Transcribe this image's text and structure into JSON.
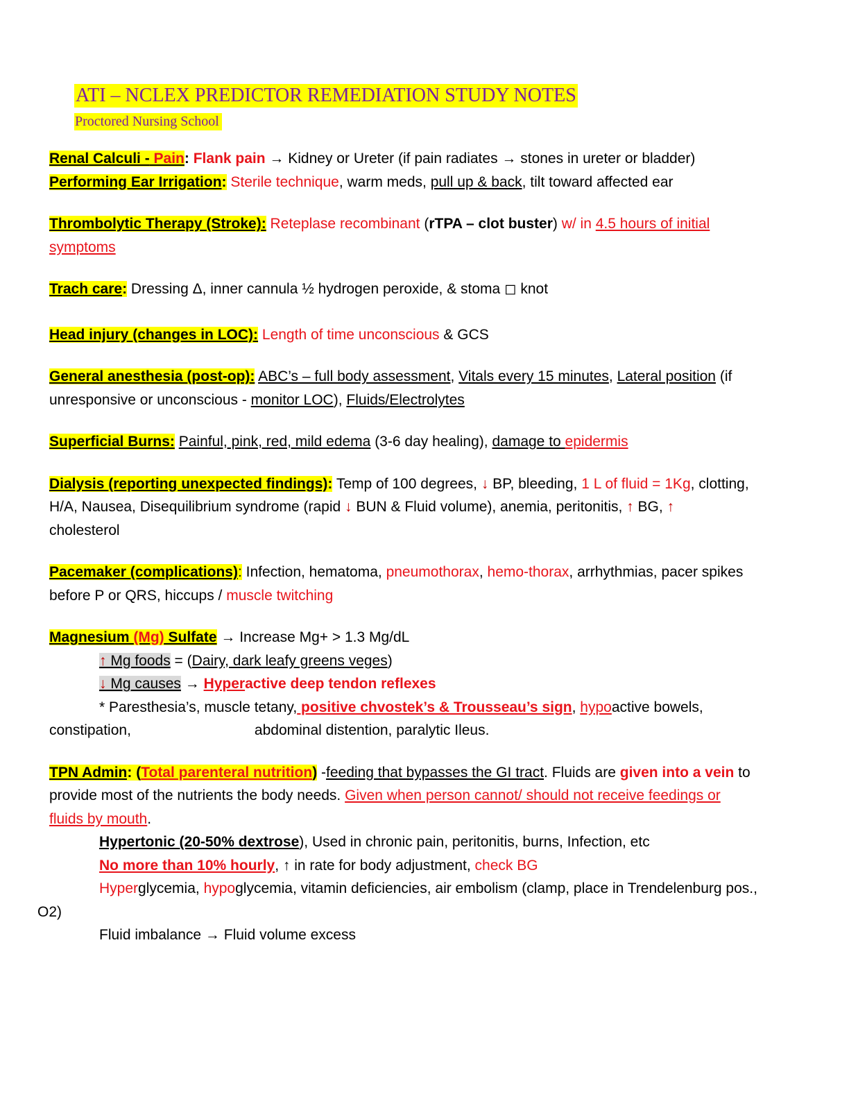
{
  "header": {
    "title": "ATI – NCLEX PREDICTOR REMEDIATION STUDY NOTES",
    "subtitle": "Proctored Nursing School"
  },
  "colors": {
    "highlight": "#ffff00",
    "red": "#e8141b",
    "dark_red": "#c00000",
    "title_text": "#7a1fa0",
    "gray_highlight": "#d9d9d9"
  },
  "renal": {
    "h1": "Renal Calculi -",
    "h2": " Pain",
    "h3": ":",
    "t1": " ",
    "t2": "Flank pain",
    "t3": " → Kidney or Ureter (if pain radiates → stones in ureter or bladder)"
  },
  "ear": {
    "h": "Performing Ear Irrigation",
    "colon": ":",
    "t1": " ",
    "t2": "Sterile technique",
    "t3": ", warm meds, ",
    "t4": "pull up & back",
    "t5": ", tilt toward affected ear"
  },
  "thrombo": {
    "h": "Thrombolytic Therapy (Stroke):",
    "t1": " ",
    "t2": "Reteplase recombinant",
    "t3": " (",
    "t4": "rTPA – clot buster",
    "t5": ") ",
    "t6": "w/ in ",
    "t7": "4.5 hours of initial",
    "t8": "symptoms"
  },
  "trach": {
    "h": "Trach care",
    "colon": ":",
    "t1": " Dressing Δ, inner cannula ½ hydrogen peroxide, & stoma ◻ knot"
  },
  "head": {
    "h": "Head injury (changes in LOC):",
    "t1": " ",
    "t2": "Length of time unconscious",
    "t3": " & GCS"
  },
  "anesthesia": {
    "h": "General anesthesia (post-op):",
    "t1": " ",
    "t2": "ABC’s – full body assessment",
    "t3": ", ",
    "t4": "Vitals every 15 minutes",
    "t5": ", ",
    "t6": "Lateral position",
    "t7": " (if",
    "t8": "unresponsive or unconscious - ",
    "t9": "monitor LOC",
    "t10": "), ",
    "t11": "Fluids/Electrolytes"
  },
  "burns": {
    "h": "Superficial Burns:",
    "t1": " ",
    "t2": "Painful, pink, red, mild edema",
    "t3": " (3-6 day healing), ",
    "t4": "damage to ",
    "t5": "epidermis"
  },
  "dialysis": {
    "h": "Dialysis (reporting unexpected findings)",
    "colon": ":",
    "t1": " Temp of 100 degrees, ",
    "a1": "↓",
    "t2": " BP, bleeding, ",
    "t3": "1 L of fluid = 1Kg",
    "t4": ", clotting,",
    "t5": "H/A, Nausea, Disequilibrium syndrome (rapid ",
    "a2": "↓",
    "t6": " BUN & Fluid volume), anemia, peritonitis, ",
    "a3": "↑",
    "t7": " BG, ",
    "a4": "↑",
    "t8": "cholesterol"
  },
  "pacemaker": {
    "h": "Pacemaker (complications)",
    "colon": ":",
    "t1": " Infection, hematoma, ",
    "t2": "pneumothorax",
    "t3": ", ",
    "t4": "hemo-thorax",
    "t5": ", arrhythmias, pacer spikes",
    "t6": "before P or QRS, hiccups / ",
    "t7": "muscle twitching"
  },
  "magnesium": {
    "h1": "Magnesium ",
    "h2": "(Mg)",
    "h3": " Sulfate",
    "t1": " → Increase Mg+ > 1.3 Mg/dL",
    "l1a": "↑",
    "l1b": " Mg foods",
    "l1c": " = (",
    "l1d": "Dairy, dark leafy greens veges",
    "l1e": ")",
    "l2a": "↓",
    "l2b": " Mg causes",
    "l2c": " → ",
    "l2d": "Hyper",
    "l2e": "active deep tendon reflexes",
    "l3a": "* Paresthesia’s, muscle tetany,",
    "l3b": " positive chvostek’s & Trousseau’s sign",
    "l3c": ", ",
    "l3d": "hypo",
    "l3e": "active bowels,",
    "l4a": "constipation,",
    "l4b": "abdominal distention, paralytic Ileus."
  },
  "tpn": {
    "h1": "TPN Admin",
    "h2": ": (",
    "h3": "Total parenteral nutrition",
    "h4": ")",
    "t1": " -",
    "t2": "feeding that bypasses the GI tract",
    "t3": ". Fluids are ",
    "t4": "given into a vein",
    "t5": " to",
    "t6": "provide most of the nutrients the body needs. ",
    "t7": "Given when person cannot/ should not receive feedings or",
    "t8": "fluids by mouth",
    "t9": ".",
    "s1a": "Hypertonic (20-50% dextrose",
    "s1b": "), Used in chronic pain, peritonitis, burns, Infection, etc",
    "s2a": "No more than 10% hourly",
    "s2b": ", ↑ in rate for body adjustment, ",
    "s2c": "check BG",
    "s3a": "Hyper",
    "s3b": "glycemia, ",
    "s3c": "hypo",
    "s3d": "glycemia, vitamin deficiencies, air embolism (clamp, place in Trendelenburg pos.,",
    "s3e": "O2)",
    "s4": "Fluid imbalance → Fluid volume excess"
  }
}
